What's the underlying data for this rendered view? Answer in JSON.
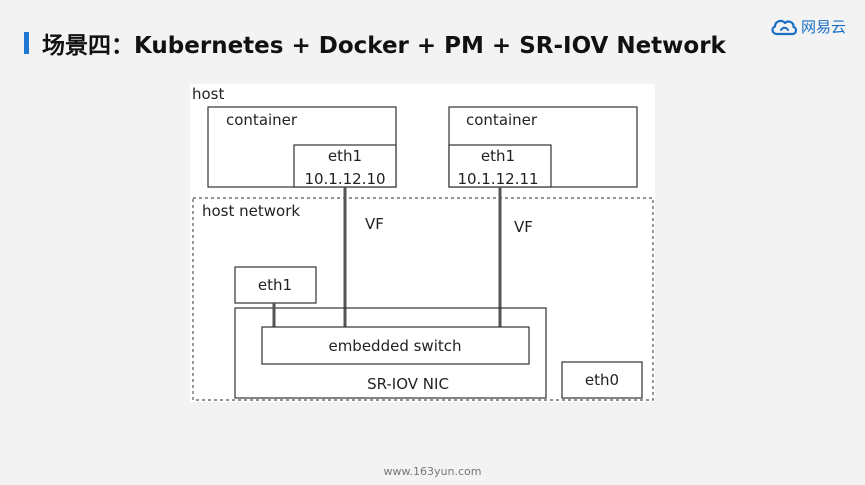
{
  "header": {
    "title": "场景四：Kubernetes + Docker + PM + SR-IOV Network",
    "logo_text": "网易云",
    "accent_color": "#1e78d2"
  },
  "diagram": {
    "host_label": "host",
    "container1_label": "container",
    "container2_label": "container",
    "eth1_a": "eth1",
    "ip_a": "10.1.12.10",
    "eth1_b": "eth1",
    "ip_b": "10.1.12.11",
    "host_network_label": "host network",
    "vf_label_1": "VF",
    "vf_label_2": "VF",
    "host_eth1": "eth1",
    "embedded_switch": "embedded switch",
    "sriov_nic": "SR-IOV NIC",
    "eth0": "eth0"
  },
  "footer": {
    "url": "www.163yun.com"
  }
}
